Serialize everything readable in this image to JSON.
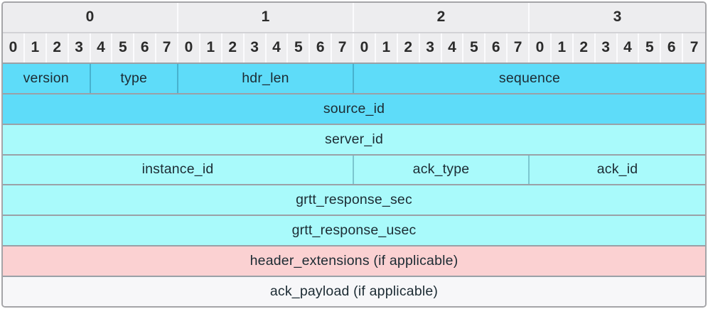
{
  "diagram": {
    "byte_groups": [
      "0",
      "1",
      "2",
      "3"
    ],
    "bit_labels": [
      "0",
      "1",
      "2",
      "3",
      "4",
      "5",
      "6",
      "7"
    ],
    "colors": {
      "dark_cyan": "#5EDCF9",
      "light_cyan": "#A9FAFB",
      "pink": "#FBD1D2",
      "plain": "#F7F7F9",
      "header_bg": "#EDEDEF",
      "border_gray": "#9aa1a7"
    },
    "rows": [
      {
        "fields": [
          {
            "label": "version",
            "bits": 4,
            "fill": "dark_cyan"
          },
          {
            "label": "type",
            "bits": 4,
            "fill": "dark_cyan"
          },
          {
            "label": "hdr_len",
            "bits": 8,
            "fill": "dark_cyan"
          },
          {
            "label": "sequence",
            "bits": 16,
            "fill": "dark_cyan"
          }
        ]
      },
      {
        "fields": [
          {
            "label": "source_id",
            "bits": 32,
            "fill": "dark_cyan"
          }
        ]
      },
      {
        "fields": [
          {
            "label": "server_id",
            "bits": 32,
            "fill": "light_cyan"
          }
        ]
      },
      {
        "fields": [
          {
            "label": "instance_id",
            "bits": 16,
            "fill": "light_cyan"
          },
          {
            "label": "ack_type",
            "bits": 8,
            "fill": "light_cyan"
          },
          {
            "label": "ack_id",
            "bits": 8,
            "fill": "light_cyan"
          }
        ]
      },
      {
        "fields": [
          {
            "label": "grtt_response_sec",
            "bits": 32,
            "fill": "light_cyan"
          }
        ]
      },
      {
        "fields": [
          {
            "label": "grtt_response_usec",
            "bits": 32,
            "fill": "light_cyan"
          }
        ]
      },
      {
        "fields": [
          {
            "label": "header_extensions (if applicable)",
            "bits": 32,
            "fill": "pink"
          }
        ]
      },
      {
        "fields": [
          {
            "label": "ack_payload (if applicable)",
            "bits": 32,
            "fill": "plain"
          }
        ]
      }
    ]
  }
}
